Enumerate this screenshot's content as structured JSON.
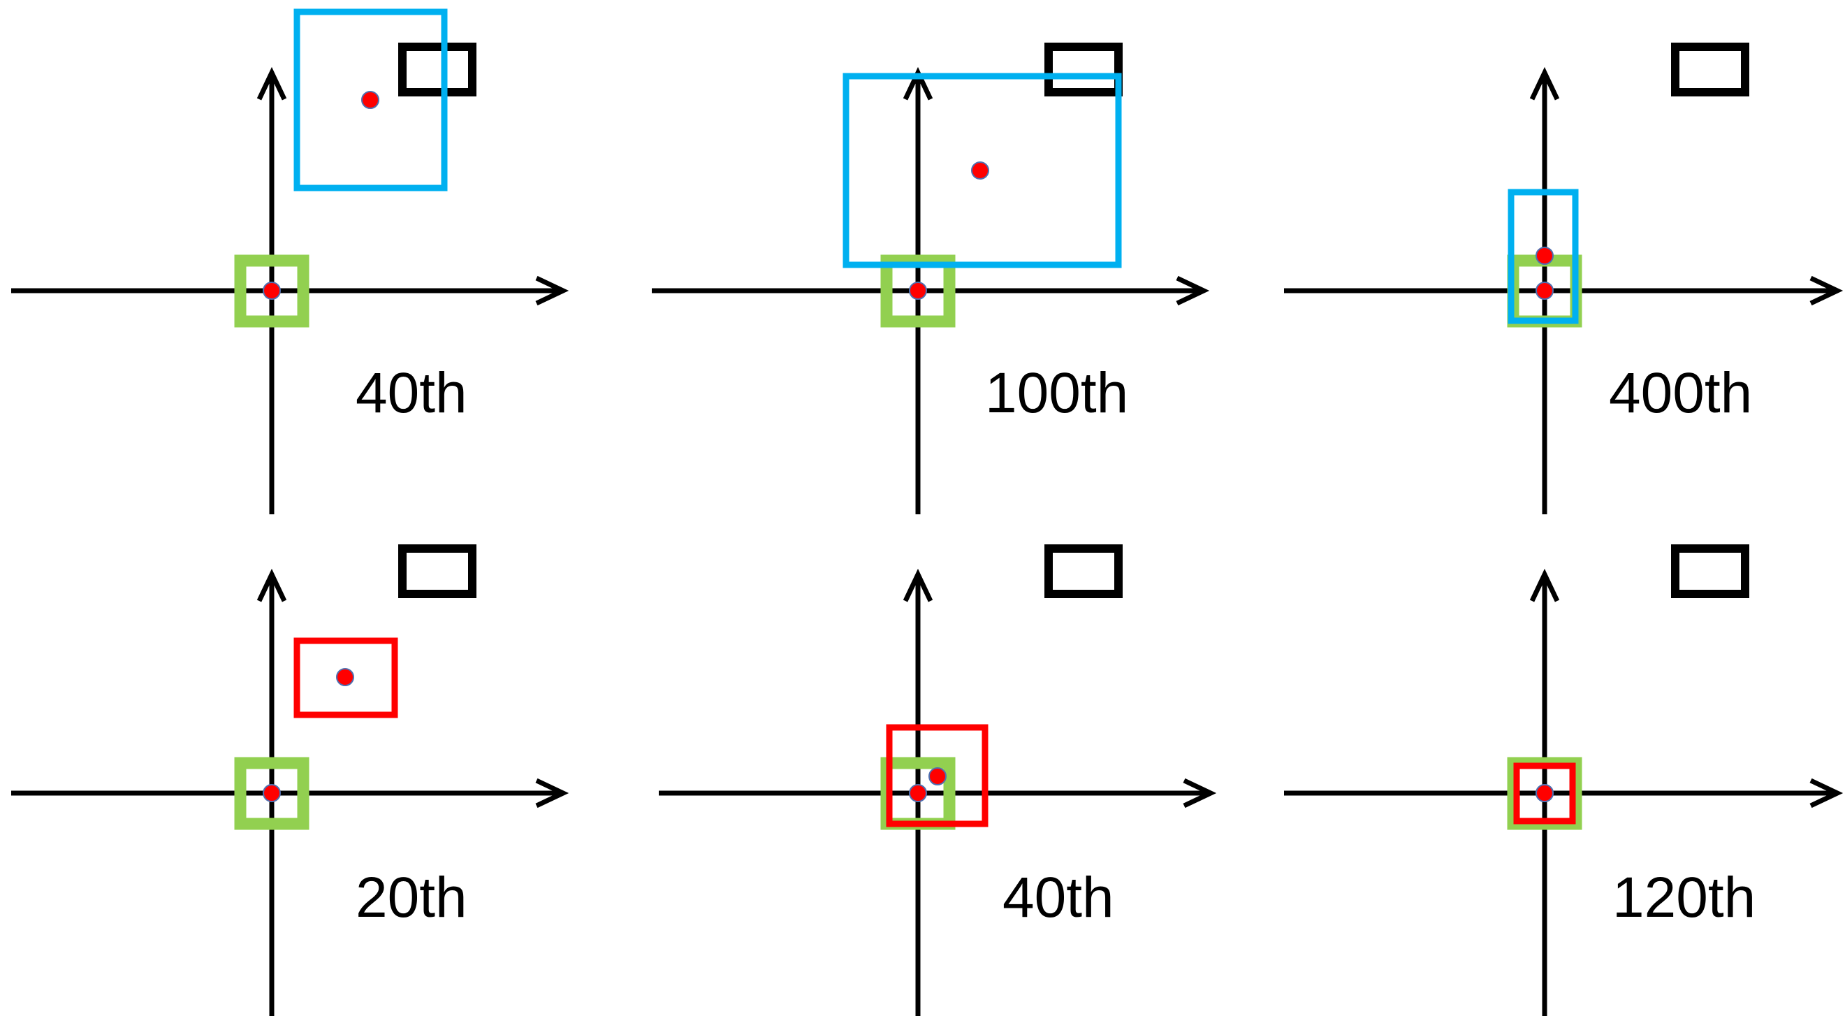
{
  "colors": {
    "axis": "#000000",
    "target_box": "#000000",
    "origin_box": "#92d050",
    "upper_row_box": "#00b0f0",
    "lower_row_box": "#ff0000",
    "center_dot_fill": "#ff0000",
    "center_dot_edge": "#4f6fb0"
  },
  "panels": [
    {
      "id": "top-left",
      "label": "40th",
      "box_color": "upper_row_box"
    },
    {
      "id": "top-middle",
      "label": "100th",
      "box_color": "upper_row_box"
    },
    {
      "id": "top-right",
      "label": "400th",
      "box_color": "upper_row_box"
    },
    {
      "id": "bottom-left",
      "label": "20th",
      "box_color": "lower_row_box"
    },
    {
      "id": "bottom-middle",
      "label": "40th",
      "box_color": "lower_row_box"
    },
    {
      "id": "bottom-right",
      "label": "120th",
      "box_color": "lower_row_box"
    }
  ]
}
